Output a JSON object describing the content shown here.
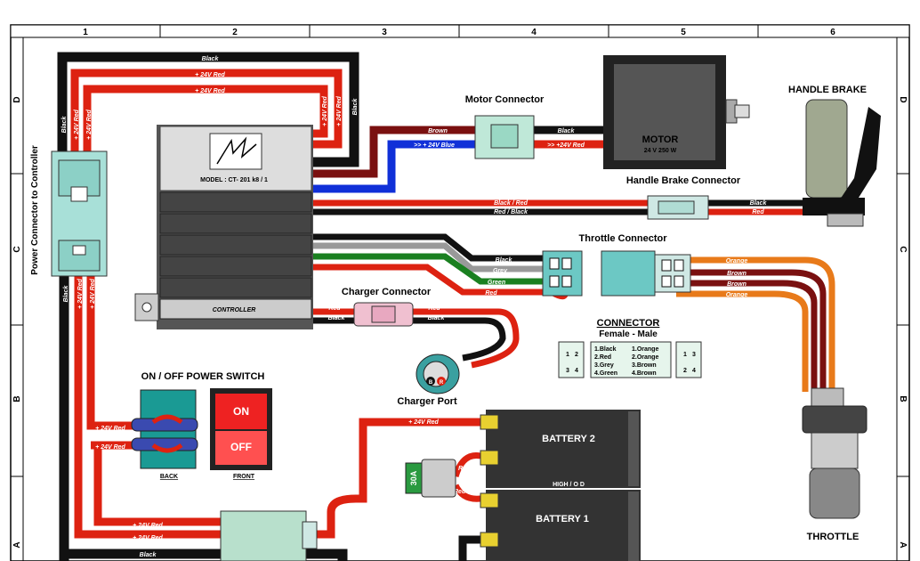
{
  "grid": {
    "columns": [
      "1",
      "2",
      "3",
      "4",
      "5",
      "6"
    ],
    "rows": [
      "D",
      "C",
      "B",
      "A"
    ]
  },
  "components": {
    "power_connector": "Power Connector to Controller",
    "controller_model": "MODEL : CT- 201 k8 / 1",
    "controller_label": "CONTROLLER",
    "motor_connector": "Motor Connector",
    "motor_title": "MOTOR",
    "motor_spec": "24 V 250 W",
    "handle_brake": "HANDLE BRAKE",
    "handle_brake_connector": "Handle Brake Connector",
    "throttle_connector": "Throttle Connector",
    "throttle": "THROTTLE",
    "charger_connector": "Charger Connector",
    "charger_port": "Charger Port",
    "charger_port_b": "B",
    "charger_port_r": "R",
    "switch_title": "ON / OFF POWER SWITCH",
    "switch_on": "ON",
    "switch_off": "OFF",
    "switch_back": "BACK",
    "switch_front": "FRONT",
    "battery_2": "BATTERY 2",
    "battery_1": "BATTERY 1",
    "battery_divider": "HIGH / O D",
    "fuse": "30A"
  },
  "connector_legend": {
    "title": "CONNECTOR",
    "subtitle": "Female  -  Male",
    "female_pins": [
      "1.Black",
      "2.Red",
      "3.Grey",
      "4.Green"
    ],
    "male_pins": [
      "1.Orange",
      "2.Orange",
      "3.Brown",
      "4.Brown"
    ],
    "pin_a": [
      "1",
      "2",
      "3",
      "4"
    ]
  },
  "wires": {
    "black": "Black",
    "red24": "+ 24V Red",
    "brown": "Brown",
    "blue24": ">> + 24V Blue",
    "red24b": ">> +24V Red",
    "black_red": "Black / Red",
    "red_black": "Red / Black",
    "red": "Red",
    "grey": "Grey",
    "green": "Green",
    "orange": "Orange"
  }
}
